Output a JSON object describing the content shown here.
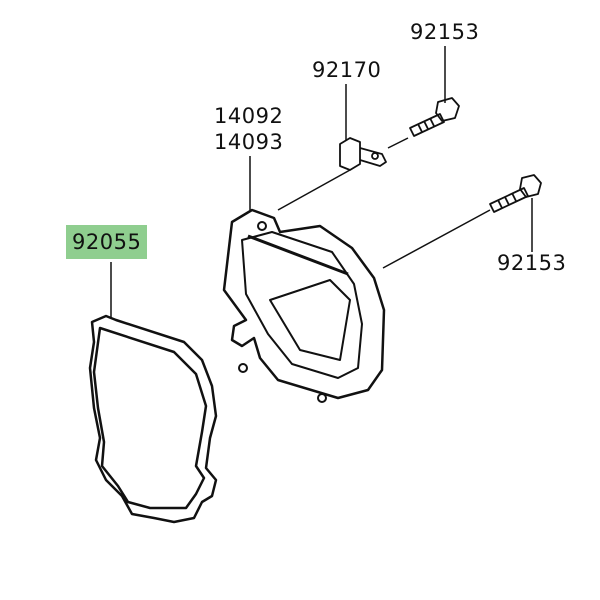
{
  "parts": {
    "bolt_top": "92153",
    "clamp": "92170",
    "cover_a": "14092",
    "cover_b": "14093",
    "gasket": "92055",
    "bolt_right": "92153"
  },
  "colors": {
    "highlight": "#8fce8f",
    "line": "#111111"
  }
}
